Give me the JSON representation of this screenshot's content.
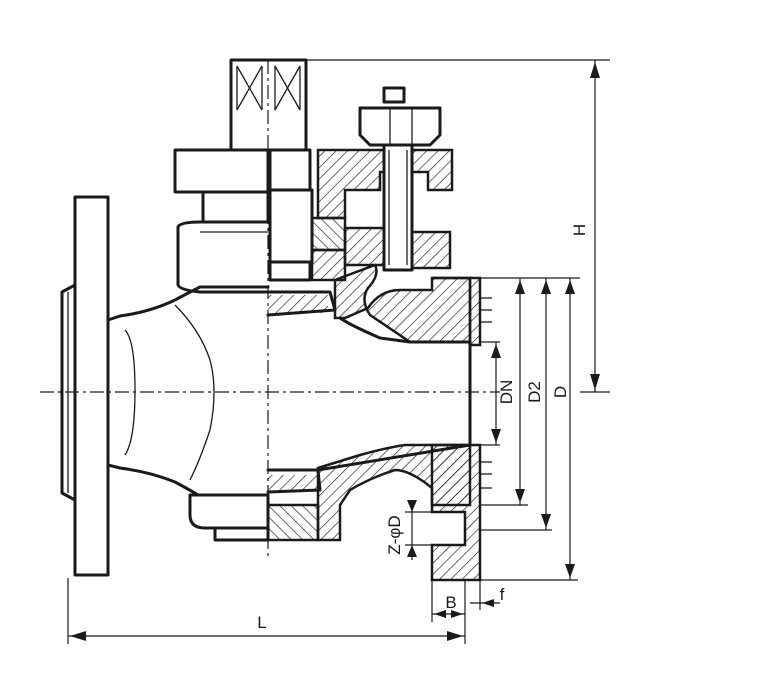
{
  "dimensions": {
    "H": "H",
    "DN": "DN",
    "D2": "D2",
    "D": "D",
    "L": "L",
    "B": "B",
    "f": "f",
    "Z_phi_D": "Z-φD"
  }
}
